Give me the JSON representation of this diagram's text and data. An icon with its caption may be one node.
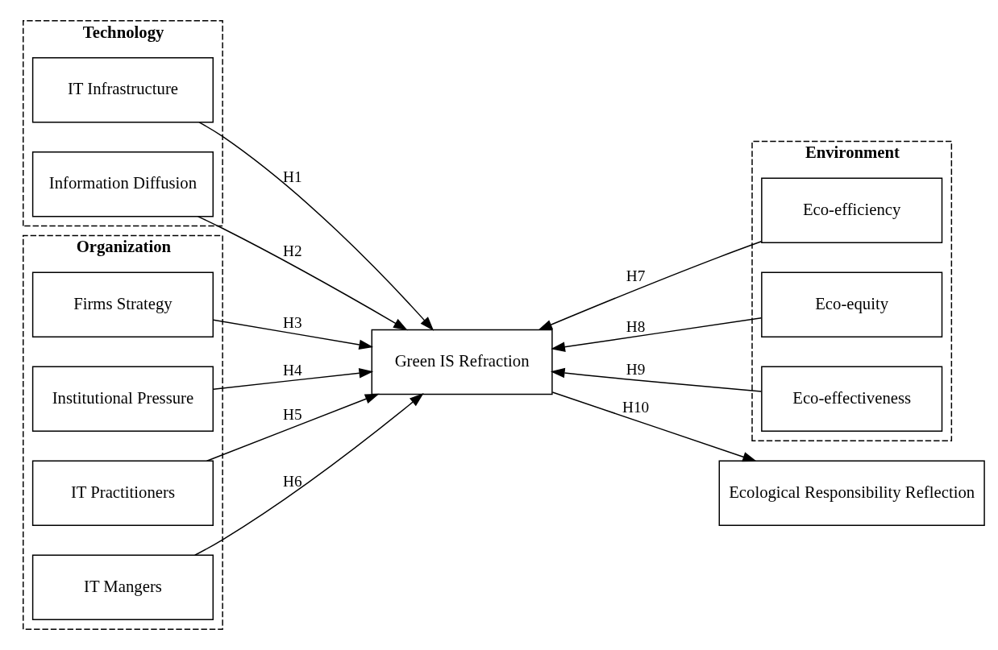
{
  "diagram": {
    "nodes": [
      {
        "text": [
          "Technology"
        ]
      },
      {
        "text": [
          "IT Infrastructure"
        ],
        "in": 0
      },
      {
        "text": [
          "Information Diffusion"
        ],
        "in": 0
      },
      {
        "text": [
          "Organization"
        ]
      },
      {
        "text": [
          "Firms Strategy"
        ],
        "in": 3
      },
      {
        "text": [
          "Institutional Pressure"
        ],
        "in": 3
      },
      {
        "text": [
          "IT Practitioners"
        ],
        "in": 3
      },
      {
        "text": [
          "IT Mangers"
        ],
        "in": 3
      },
      {
        "text": [
          "Green IS Refraction"
        ]
      },
      {
        "text": [
          "Environment"
        ]
      },
      {
        "text": [
          "Eco-efficiency"
        ],
        "in": 9
      },
      {
        "text": [
          "Eco-equity"
        ],
        "in": 9
      },
      {
        "text": [
          "Eco-effectiveness"
        ],
        "in": 9
      },
      {
        "text": [
          "Ecological Responsibility Reflection"
        ]
      }
    ],
    "edges": [
      {
        "from": 1,
        "to": 8,
        "arrow": "to",
        "label": "H1"
      },
      {
        "from": 2,
        "to": 8,
        "arrow": "to",
        "label": "H2"
      },
      {
        "from": 4,
        "to": 8,
        "arrow": "to",
        "label": "H3"
      },
      {
        "from": 5,
        "to": 8,
        "arrow": "to",
        "label": "H4"
      },
      {
        "from": 6,
        "to": 8,
        "arrow": "to",
        "label": "H5"
      },
      {
        "from": 7,
        "to": 8,
        "arrow": "to",
        "label": "H6"
      },
      {
        "from": 10,
        "to": 8,
        "arrow": "to",
        "label": "H7"
      },
      {
        "from": 11,
        "to": 8,
        "arrow": "to",
        "label": "H8"
      },
      {
        "from": 12,
        "to": 8,
        "arrow": "to",
        "label": "H9"
      },
      {
        "from": 8,
        "to": 13,
        "arrow": "to",
        "label": "H10"
      }
    ]
  }
}
